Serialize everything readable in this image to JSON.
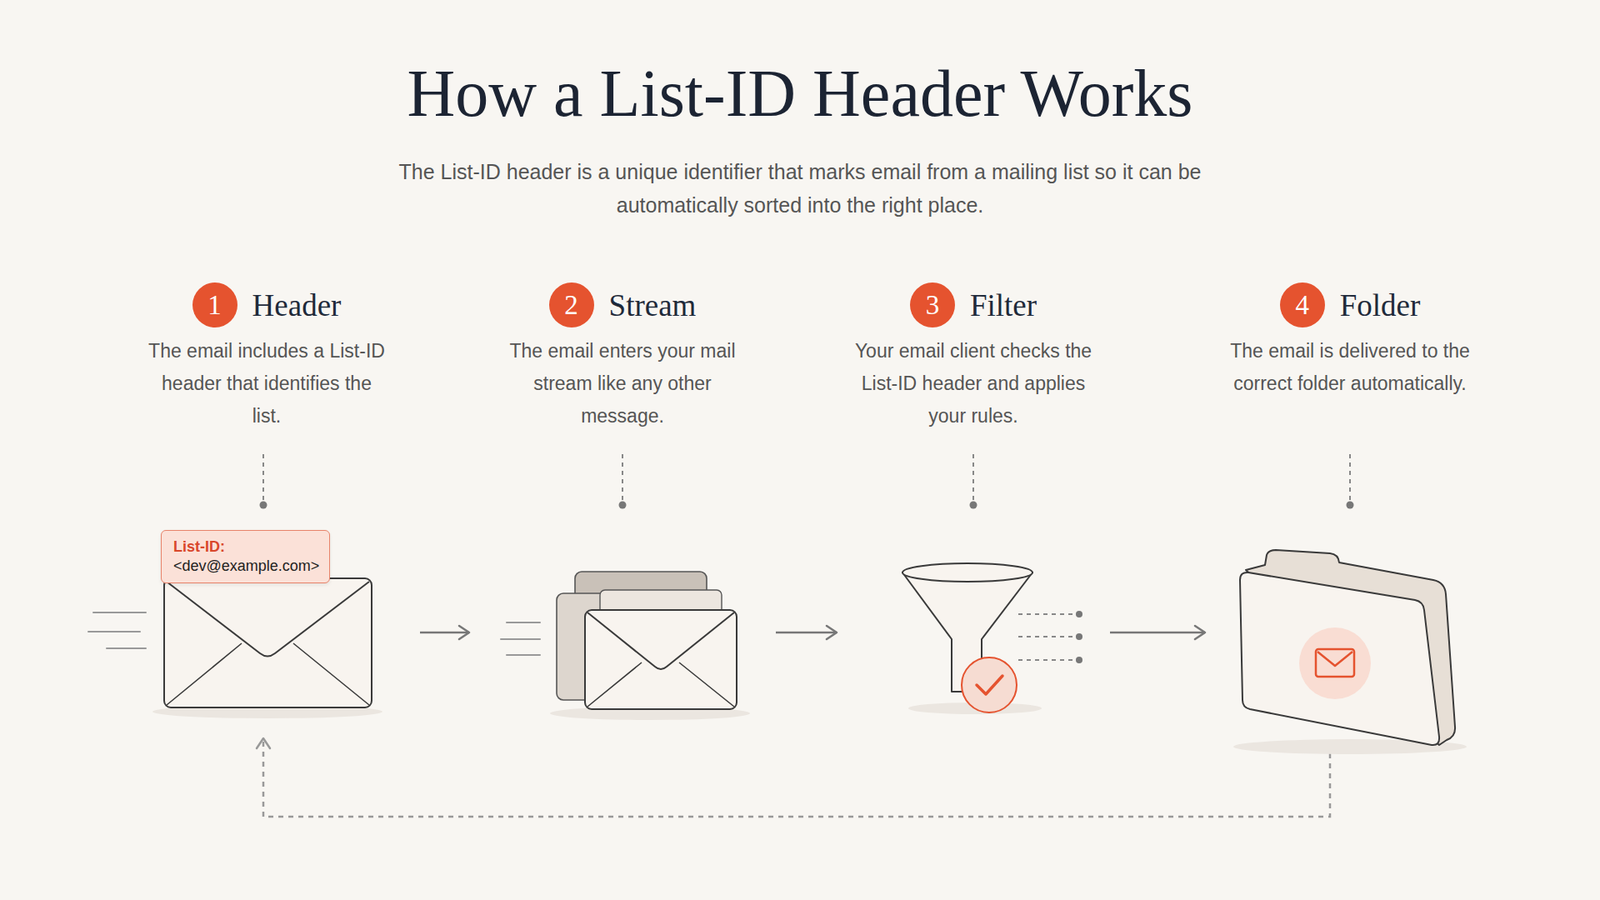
{
  "diagram": {
    "title": "How a List-ID Header Works",
    "nodes": [
      {
        "text": [
          "Header",
          "The email includes a List-ID header that identifies the list."
        ]
      },
      {
        "text": [
          "1"
        ],
        "in": 0
      },
      {
        "text": [
          "List-ID:",
          "<dev@example.com>"
        ],
        "in": 0
      },
      {
        "text": [
          "Stream",
          "The email enters your mail stream like any other message."
        ]
      },
      {
        "text": [
          "2"
        ],
        "in": 3
      },
      {
        "text": [
          "Filter",
          "Your email client checks the List-ID header and applies your rules."
        ]
      },
      {
        "text": [
          "3"
        ],
        "in": 5
      },
      {
        "text": [
          "Folder",
          "The email is delivered to the correct folder automatically."
        ]
      },
      {
        "text": [
          "4"
        ],
        "in": 7
      }
    ],
    "edges": [
      {
        "from": 0,
        "to": 3,
        "arrow": "to"
      },
      {
        "from": 3,
        "to": 5,
        "arrow": "to"
      },
      {
        "from": 5,
        "to": 7,
        "arrow": "to"
      },
      {
        "from": 7,
        "to": 0,
        "arrow": "to"
      }
    ],
    "labels": [
      "The List-ID header is a unique identifier that marks email from a mailing list so it can be automatically sorted into the right place."
    ]
  }
}
